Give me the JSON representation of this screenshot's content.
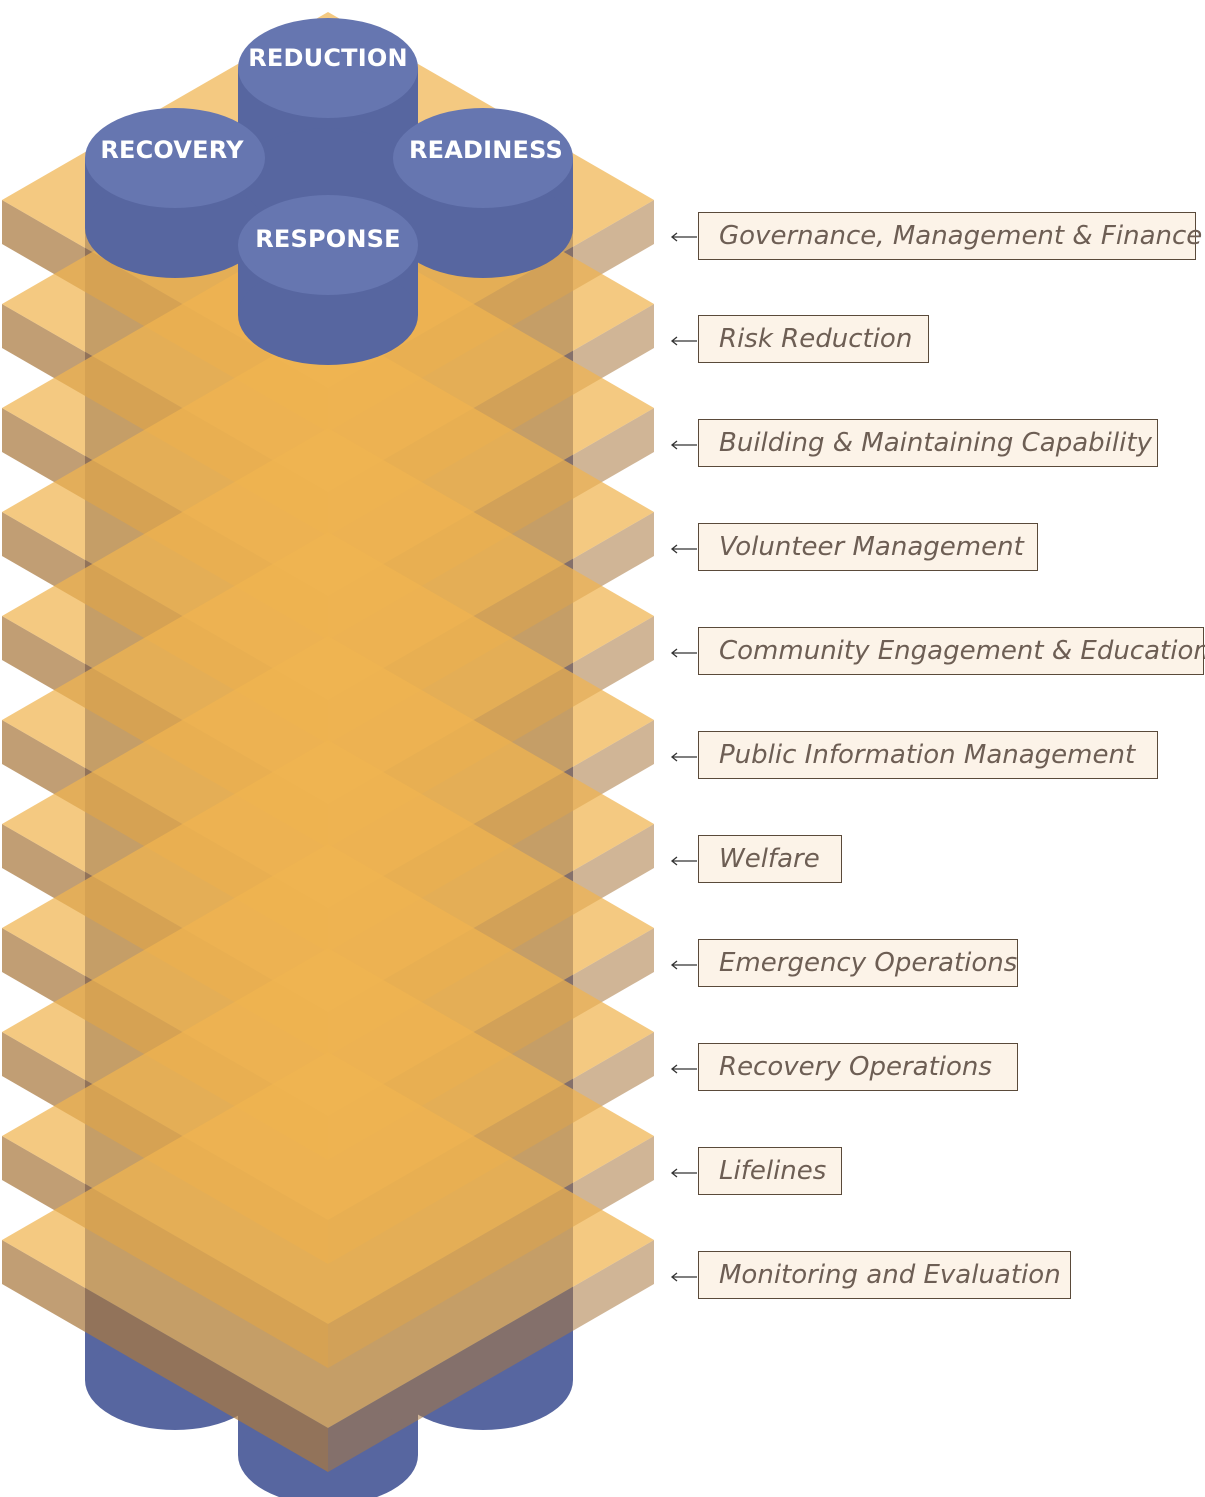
{
  "pillars": [
    "REDUCTION",
    "RECOVERY",
    "READINESS",
    "RESPONSE"
  ],
  "layers": [
    "Governance, Management & Finance",
    "Risk Reduction",
    "Building & Maintaining Capability",
    "Volunteer Management",
    "Community Engagement & Education",
    "Public Information Management",
    "Welfare",
    "Emergency Operations",
    "Recovery Operations",
    "Lifelines",
    "Monitoring and Evaluation"
  ],
  "colors": {
    "pillar": "#5766a0",
    "pillar_top": "#6676b0",
    "layer_light": "#f0b450",
    "layer_dark": "#a9783f",
    "box_fill": "#fcf3e8"
  }
}
